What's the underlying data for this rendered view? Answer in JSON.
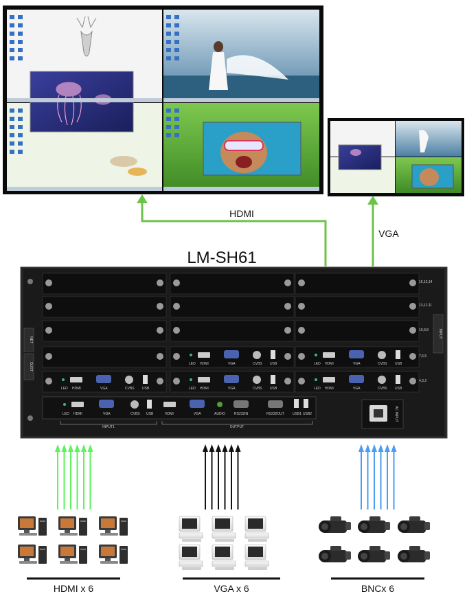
{
  "device": {
    "model": "LM-SH61",
    "output_section": "OUTPUT",
    "input_section": "INPUT1",
    "side_input_label": "INPUT",
    "power_label": "AC INPUT",
    "net_label": "NET",
    "dust_label": "DUST",
    "rows": [
      {
        "label": "16,15,14"
      },
      {
        "label": "13,12,11"
      },
      {
        "label": "10,9,8"
      },
      {
        "label": "7,6,5"
      },
      {
        "label": "4,3,2"
      }
    ],
    "port_labels": {
      "led": "LED",
      "hdmi": "HDMI",
      "vga": "VGA",
      "cvbs": "CVBS",
      "usb": "USB",
      "audio": "AUDIO",
      "rs232in": "RS232IN",
      "rs232out": "RS232OUT",
      "usb1": "USB1",
      "usb2": "USB2"
    }
  },
  "links": {
    "hdmi": "HDMI",
    "vga": "VGA"
  },
  "sources": [
    {
      "label": "HDMI x 6",
      "arrow_color": "#5ef25e",
      "count": 6
    },
    {
      "label": "VGA x 6",
      "arrow_color": "#111111",
      "count": 6
    },
    {
      "label": "BNCx 6",
      "arrow_color": "#4a9df0",
      "count": 6
    }
  ],
  "colors": {
    "chassis": "#1c1c1c",
    "panel": "#0e0e0e",
    "link": "#6cc24a",
    "frame": "#111111"
  }
}
